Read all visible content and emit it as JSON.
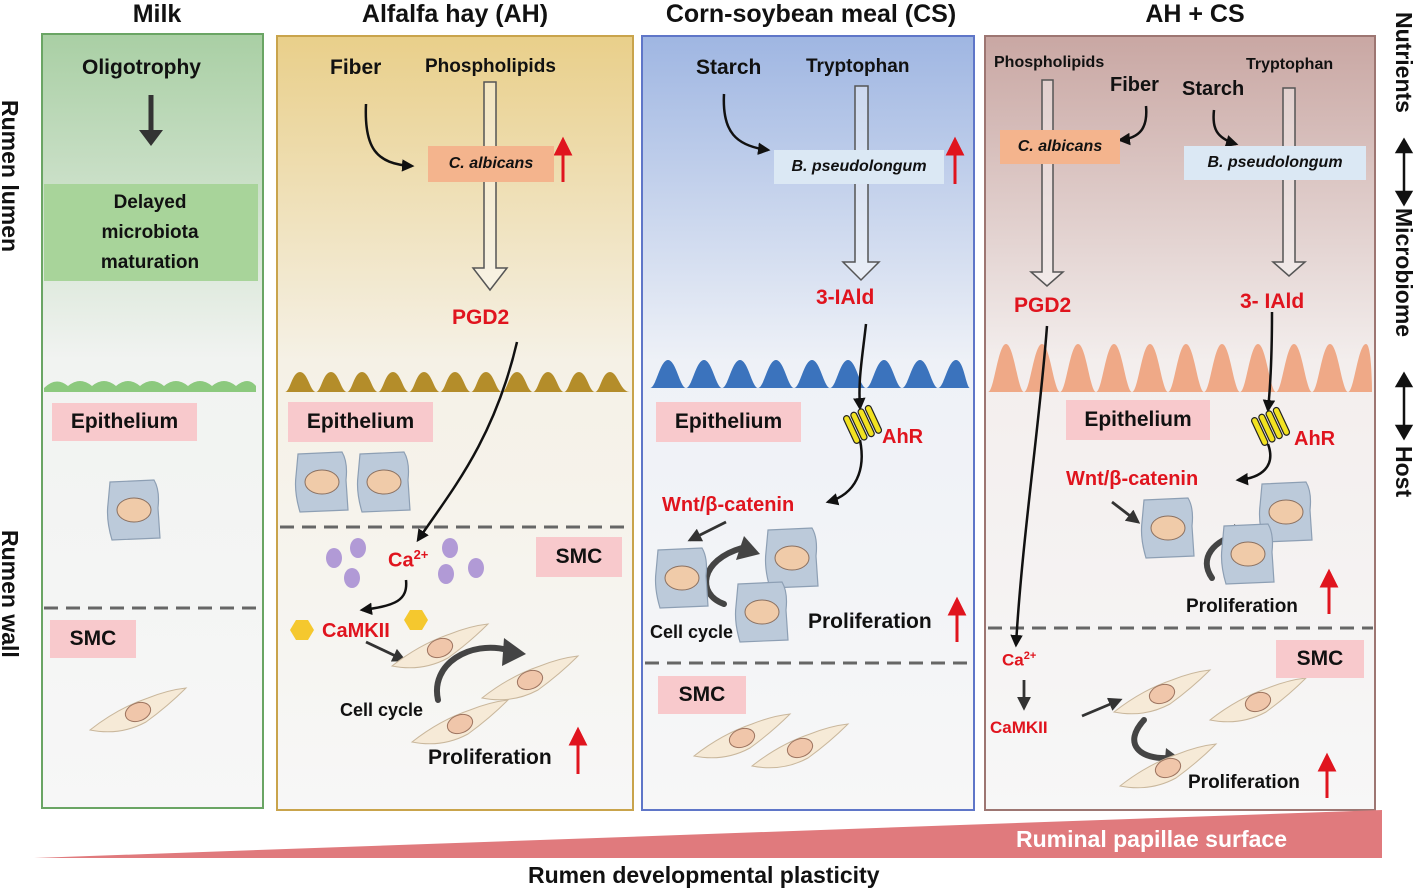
{
  "panels": {
    "milk": {
      "title": "Milk",
      "oligotrophy": "Oligotrophy",
      "delayed": "Delayed microbiota maturation",
      "epithelium": "Epithelium",
      "smc": "SMC"
    },
    "ah": {
      "title": "Alfalfa hay (AH)",
      "fiber": "Fiber",
      "phospholipids": "Phospholipids",
      "microbe": "C. albicans",
      "pgd2": "PGD2",
      "epithelium": "Epithelium",
      "smc": "SMC",
      "ca": "Ca",
      "ca_sup": "2+",
      "camkii": "CaMKII",
      "cell_cycle": "Cell cycle",
      "proliferation": "Proliferation"
    },
    "cs": {
      "title": "Corn-soybean meal (CS)",
      "starch": "Starch",
      "tryptophan": "Tryptophan",
      "microbe": "B. pseudolongum",
      "iald": "3-IAld",
      "epithelium": "Epithelium",
      "ahr": "AhR",
      "wnt": "Wnt/β-catenin",
      "cell_cycle": "Cell cycle",
      "proliferation": "Proliferation",
      "smc": "SMC"
    },
    "ahcs": {
      "title": "AH + CS",
      "phospholipids": "Phospholipids",
      "fiber": "Fiber",
      "starch": "Starch",
      "tryptophan": "Tryptophan",
      "microbe1": "C. albicans",
      "microbe2": "B. pseudolongum",
      "pgd2": "PGD2",
      "iald": "3- IAld",
      "epithelium": "Epithelium",
      "ahr": "AhR",
      "wnt": "Wnt/β-catenin",
      "proliferation": "Proliferation",
      "smc": "SMC",
      "ca": "Ca",
      "ca_sup": "2+",
      "camkii": "CaMKII"
    }
  },
  "side_left": {
    "top": "Rumen lumen",
    "bottom": "Rumen wall"
  },
  "side_right": {
    "nutrients": "Nutrients",
    "microbiome": "Microbiome",
    "host": "Host"
  },
  "bottom": {
    "wedge_label": "Ruminal papillae surface",
    "caption": "Rumen developmental plasticity"
  },
  "colors": {
    "up_arrow": "#e0141e",
    "milk_bg": "#a9cfa4",
    "ah_bg": "#e9cf8a",
    "cs_bg": "#9fb6e2",
    "ahcs_bg": "#c9a7a3",
    "ah_papillae": "#b48d2a",
    "cs_papillae": "#3b73bd",
    "ahcs_papillae": "#efa987",
    "milk_papillae": "#8cc97e",
    "wedge": "#e07a7d"
  }
}
